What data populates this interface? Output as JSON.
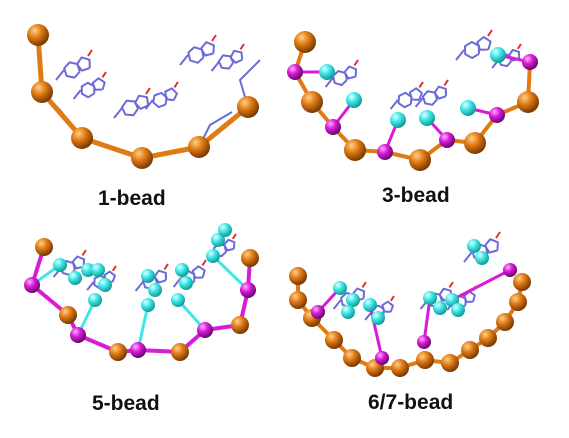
{
  "colors": {
    "backbone": "#e07b14",
    "backbone_dark": "#9a4a06",
    "phosphate": "#d91ad9",
    "base_bead": "#3fe8e8",
    "stick": "#6b6bd6",
    "oxygen_tip": "#e03030",
    "background": "#ffffff"
  },
  "panels": [
    {
      "label": "1-bead"
    },
    {
      "label": "3-bead"
    },
    {
      "label": "5-bead"
    },
    {
      "label": "6/7-bead"
    }
  ]
}
